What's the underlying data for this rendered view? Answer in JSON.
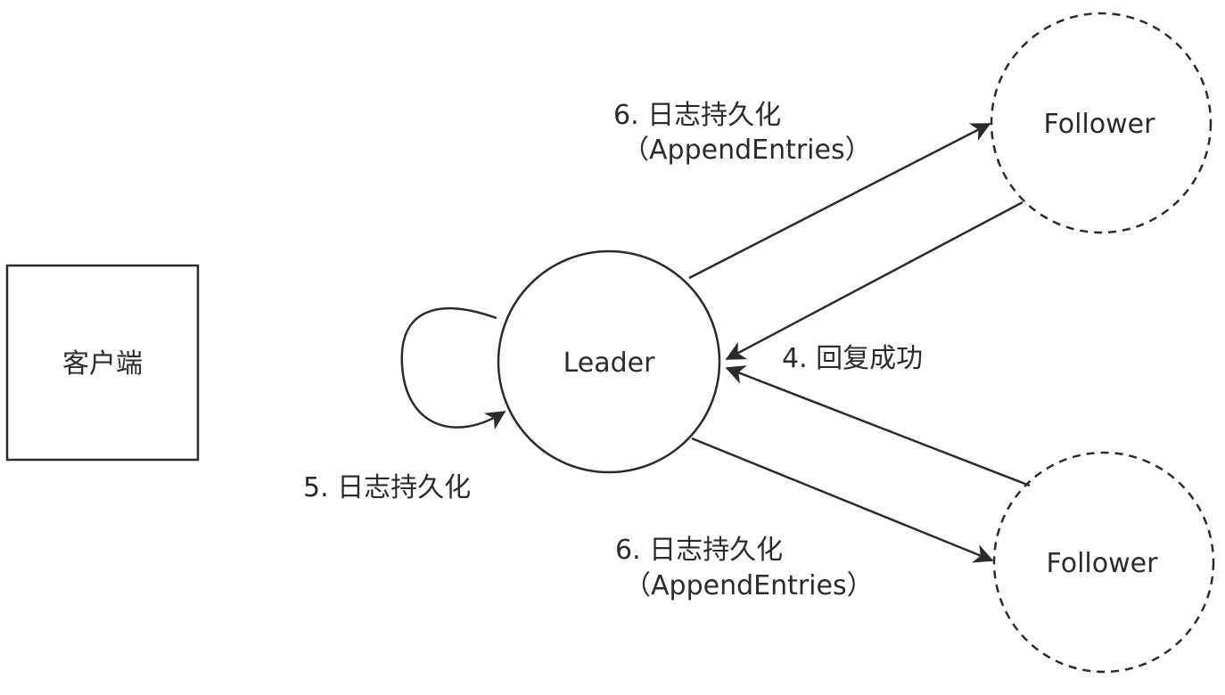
{
  "nodes": {
    "client": "客户端",
    "leader": "Leader",
    "follower_top": "Follower",
    "follower_bottom": "Follower"
  },
  "edges": {
    "self_loop": "5. 日志持久化",
    "to_follower_top": {
      "line1": "6. 日志持久化",
      "line2": "（AppendEntries）"
    },
    "to_follower_bottom": {
      "line1": "6. 日志持久化",
      "line2": "（AppendEntries）"
    },
    "reply": "4. 回复成功"
  },
  "colors": {
    "stroke": "#2b2b2b",
    "text": "#2b2b2b",
    "background": "#ffffff"
  }
}
